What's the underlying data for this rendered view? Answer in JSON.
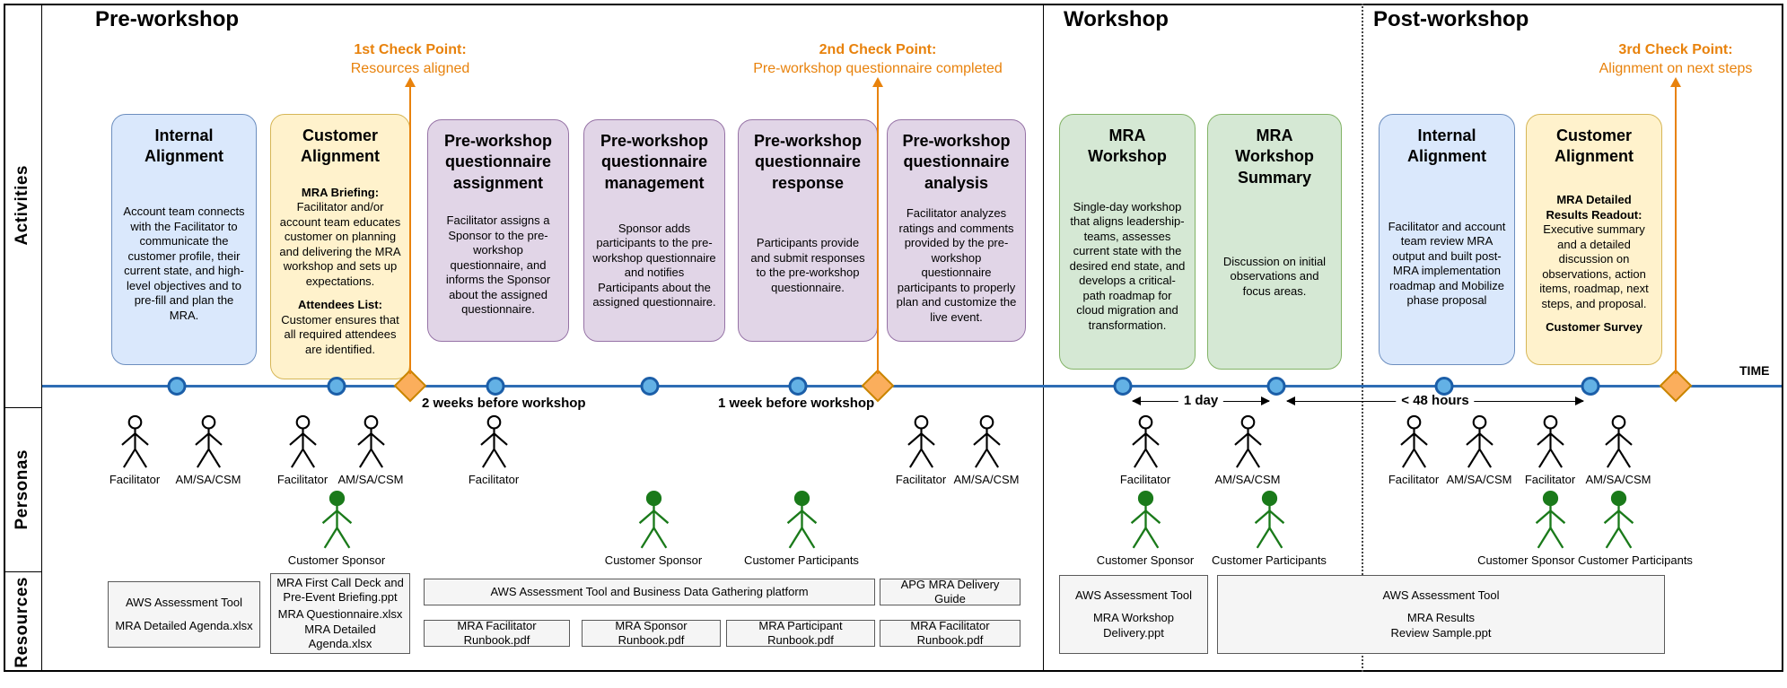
{
  "lanes": [
    {
      "label": "Activities"
    },
    {
      "label": "Personas"
    },
    {
      "label": "Resources"
    }
  ],
  "phases": [
    {
      "label": "Pre-workshop"
    },
    {
      "label": "Workshop"
    },
    {
      "label": "Post-workshop"
    }
  ],
  "timeline": {
    "time_label": "TIME",
    "milestone_annotations": [
      {
        "label": "2 weeks before workshop"
      },
      {
        "label": "1 week before workshop"
      }
    ],
    "duration_annotations": [
      {
        "label": "1 day"
      },
      {
        "label": "< 48 hours"
      }
    ]
  },
  "checkpoints": [
    {
      "title": "1st Check Point:",
      "subtitle": "Resources aligned"
    },
    {
      "title": "2nd Check Point:",
      "subtitle": "Pre-workshop questionnaire completed"
    },
    {
      "title": "3rd Check Point:",
      "subtitle": "Alignment on next steps"
    }
  ],
  "activities": [
    {
      "title": "Internal Alignment",
      "color": "blue",
      "paragraphs": [
        {
          "text": "Account team connects with the Facilitator to communicate the customer profile, their current state, and high-level objectives and to pre-fill and plan the MRA."
        }
      ]
    },
    {
      "title": "Customer Alignment",
      "color": "yellow",
      "paragraphs": [
        {
          "bold": "MRA Briefing:",
          "bold_block": true,
          "text": "Facilitator and/or account team educates customer on planning and delivering the MRA workshop and sets up expectations."
        },
        {
          "bold": "Attendees List:",
          "bold_block": true,
          "text": "Customer ensures that all required attendees are identified."
        }
      ]
    },
    {
      "title": "Pre-workshop questionnaire assignment",
      "color": "purple",
      "paragraphs": [
        {
          "text": "Facilitator assigns a Sponsor to the pre-workshop questionnaire, and informs the Sponsor about the assigned questionnaire."
        }
      ]
    },
    {
      "title": "Pre-workshop questionnaire management",
      "color": "purple",
      "paragraphs": [
        {
          "text": "Sponsor adds participants to the pre-workshop questionnaire and notifies Participants about the assigned questionnaire."
        }
      ]
    },
    {
      "title": "Pre-workshop questionnaire response",
      "color": "purple",
      "paragraphs": [
        {
          "text": "Participants provide and submit responses to the pre-workshop questionnaire."
        }
      ]
    },
    {
      "title": "Pre-workshop questionnaire analysis",
      "color": "purple",
      "paragraphs": [
        {
          "text": "Facilitator analyzes ratings and comments provided by the pre-workshop questionnaire participants to properly plan and customize the live event."
        }
      ]
    },
    {
      "title": "MRA Workshop",
      "color": "green",
      "paragraphs": [
        {
          "text": "Single-day workshop that aligns leadership-teams, assesses current state with the desired end state, and develops a critical-path roadmap for cloud migration and transformation."
        }
      ]
    },
    {
      "title": "MRA Workshop Summary",
      "color": "green",
      "paragraphs": [
        {
          "text": "Discussion on initial observations and focus areas."
        }
      ]
    },
    {
      "title": "Internal Alignment",
      "color": "blue",
      "paragraphs": [
        {
          "text": "Facilitator and account team review MRA output and built post-MRA implementation roadmap and Mobilize phase proposal"
        }
      ]
    },
    {
      "title": "Customer Alignment",
      "color": "yellow",
      "paragraphs": [
        {
          "bold": "MRA Detailed Results Readout:",
          "bold_block": false,
          "text": "Executive summary and a detailed discussion on observations, action items, roadmap, next steps, and proposal."
        },
        {
          "bold": "Customer Survey",
          "bold_block": true,
          "text": ""
        }
      ]
    }
  ],
  "personas": [
    {
      "label": "Facilitator",
      "type": "aws"
    },
    {
      "label": "AM/SA/CSM",
      "type": "aws"
    },
    {
      "label": "Facilitator",
      "type": "aws"
    },
    {
      "label": "AM/SA/CSM",
      "type": "aws"
    },
    {
      "label": "Facilitator",
      "type": "aws"
    },
    {
      "label": "Customer Sponsor",
      "type": "customer"
    },
    {
      "label": "Customer Sponsor",
      "type": "customer"
    },
    {
      "label": "Customer Participants",
      "type": "customer"
    },
    {
      "label": "Facilitator",
      "type": "aws"
    },
    {
      "label": "AM/SA/CSM",
      "type": "aws"
    },
    {
      "label": "Facilitator",
      "type": "aws"
    },
    {
      "label": "AM/SA/CSM",
      "type": "aws"
    },
    {
      "label": "Customer Sponsor",
      "type": "customer"
    },
    {
      "label": "Customer Participants",
      "type": "customer"
    },
    {
      "label": "Facilitator",
      "type": "aws"
    },
    {
      "label": "AM/SA/CSM",
      "type": "aws"
    },
    {
      "label": "Facilitator",
      "type": "aws"
    },
    {
      "label": "AM/SA/CSM",
      "type": "aws"
    },
    {
      "label": "Customer Sponsor Customer Participants",
      "type": "customer"
    }
  ],
  "resources": [
    {
      "lines": [
        "AWS Assessment Tool",
        "",
        "MRA Detailed Agenda.xlsx"
      ]
    },
    {
      "lines": [
        "MRA First Call Deck and",
        "Pre-Event Briefing.ppt",
        "",
        "MRA Questionnaire.xlsx",
        "MRA Detailed Agenda.xlsx"
      ]
    },
    {
      "lines": [
        "AWS Assessment Tool and Business Data Gathering platform"
      ]
    },
    {
      "lines": [
        "APG MRA Delivery Guide"
      ]
    },
    {
      "lines": [
        "MRA Facilitator Runbook.pdf"
      ]
    },
    {
      "lines": [
        "MRA Sponsor Runbook.pdf"
      ]
    },
    {
      "lines": [
        "MRA Participant Runbook.pdf"
      ]
    },
    {
      "lines": [
        "MRA Facilitator Runbook.pdf"
      ]
    },
    {
      "lines": [
        "AWS Assessment Tool",
        "",
        "MRA Workshop Delivery.ppt"
      ]
    },
    {
      "lines": [
        "AWS Assessment Tool",
        "",
        "MRA Results",
        "Review Sample.ppt"
      ]
    }
  ],
  "colors": {
    "checkpoint_orange": "#E8820C",
    "diamond_fill": "#FBAE5C",
    "diamond_border": "#C98500",
    "timeline_blue": "#2E6DB4",
    "milestone_fill": "#63B1E5",
    "milestone_border": "#1B5EA8",
    "activity_blue": "#DAE8FC",
    "activity_yellow": "#FFF2CC",
    "activity_purple": "#E1D5E7",
    "activity_green": "#D5E8D4",
    "aws_persona_black": "#000000",
    "customer_green": "#1A7A1A"
  }
}
